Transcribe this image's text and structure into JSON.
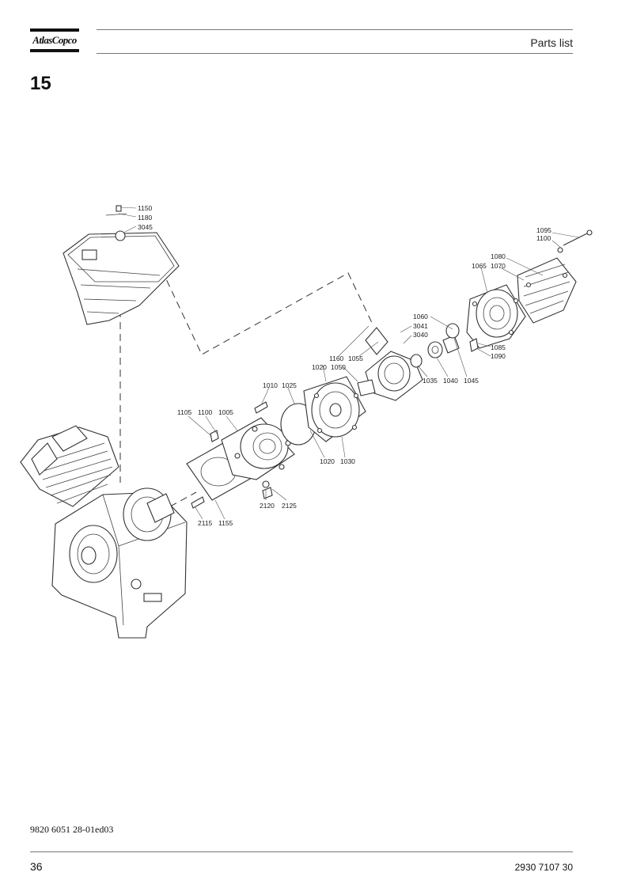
{
  "header": {
    "brand": "AtlasCopco",
    "title": "Parts list"
  },
  "section": {
    "number": "15"
  },
  "diagram": {
    "part_labels": [
      "1150",
      "1180",
      "3045",
      "1095",
      "1100",
      "1080",
      "1065",
      "1070",
      "1060",
      "3041",
      "3040",
      "1160",
      "1055",
      "1020",
      "1050",
      "1085",
      "1090",
      "1035",
      "1040",
      "1045",
      "1010",
      "1025",
      "1105",
      "1100",
      "1005",
      "1020",
      "1030",
      "2120",
      "2125",
      "2115",
      "1155"
    ]
  },
  "footer": {
    "doc_code": "9820 6051 28-01ed03",
    "page": "36",
    "reference": "2930 7107 30"
  },
  "colors": {
    "line": "#333333",
    "rule": "#777777",
    "text": "#111111"
  }
}
